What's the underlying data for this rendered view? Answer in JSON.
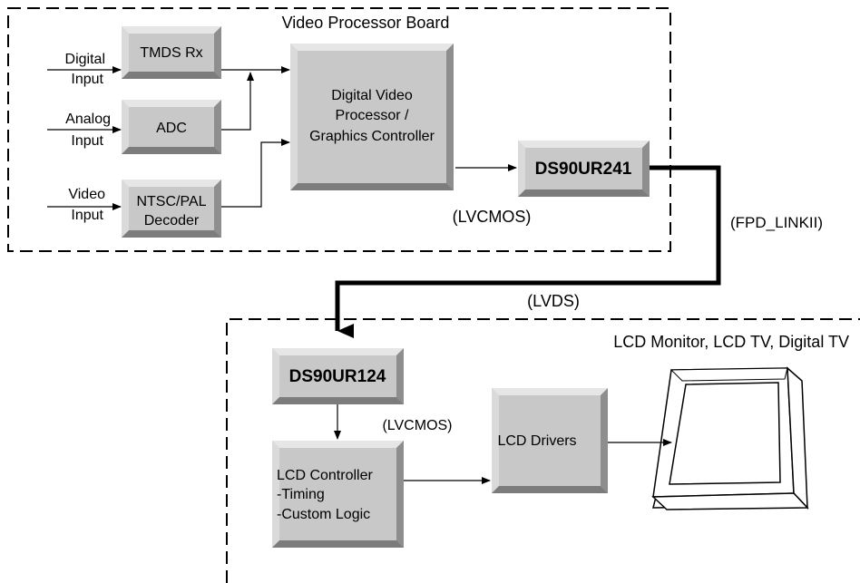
{
  "boards": {
    "video_processor": {
      "title": "Video Processor Board"
    },
    "lcd_monitor": {
      "title": "LCD Monitor, LCD TV, Digital TV"
    }
  },
  "inputs": {
    "digital": [
      "Digital",
      "Input"
    ],
    "analog": [
      "Analog",
      "Input"
    ],
    "video": [
      "Video",
      "Input"
    ]
  },
  "blocks": {
    "tmds_rx": [
      "TMDS Rx"
    ],
    "adc": [
      "ADC"
    ],
    "ntsc_pal_decoder": [
      "NTSC/PAL",
      "Decoder"
    ],
    "digital_video_processor": [
      "Digital Video",
      "Processor /",
      "Graphics Controller"
    ],
    "ds90ur241": [
      "DS90UR241"
    ],
    "ds90ur124": [
      "DS90UR124"
    ],
    "lcd_controller": [
      "LCD Controller",
      "-Timing",
      "-Custom Logic"
    ],
    "lcd_drivers": [
      "LCD Drivers"
    ]
  },
  "link_labels": {
    "lvcmos_top": "(LVCMOS)",
    "fpd_link": "(FPD_LINKII)",
    "lvds": "(LVDS)",
    "lvcmos_bottom": "(LVCMOS)"
  },
  "colors": {
    "block_face": "#c8c8c8",
    "block_light": "#e6e6e6",
    "block_dark": "#7c7c7c"
  }
}
